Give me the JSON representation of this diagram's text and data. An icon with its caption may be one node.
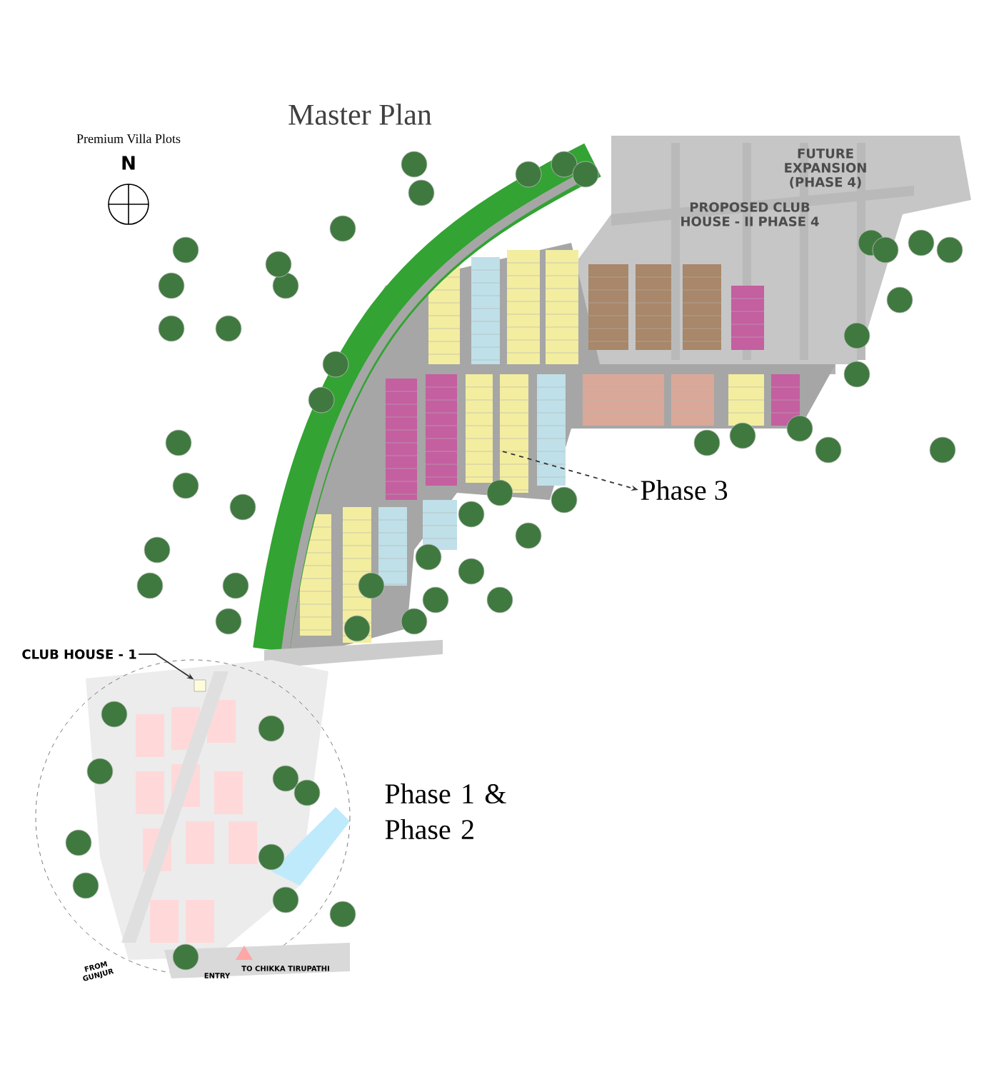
{
  "diagram": {
    "title": "Master Plan",
    "nodes": [
      {
        "text": [
          "CLUB HOUSE - 1"
        ]
      },
      {
        "text": [
          "Phase 3"
        ]
      },
      {
        "text": [],
        "shape": "box"
      }
    ],
    "edges": [
      {
        "from": 0,
        "to": 2,
        "arrow": "to"
      },
      {
        "from": null,
        "to": 1,
        "arrow": "to",
        "style": "dashed"
      }
    ],
    "labels": [
      "Premium Villa Plots",
      "N",
      "FUTURE EXPANSION (PHASE 4)",
      "PROPOSED CLUB HOUSE - II PHASE 4",
      "Phase 1 & Phase 2",
      "FROM GUNJUR",
      "ENTRY",
      "TO CHIKKA TIRUPATHI"
    ]
  }
}
